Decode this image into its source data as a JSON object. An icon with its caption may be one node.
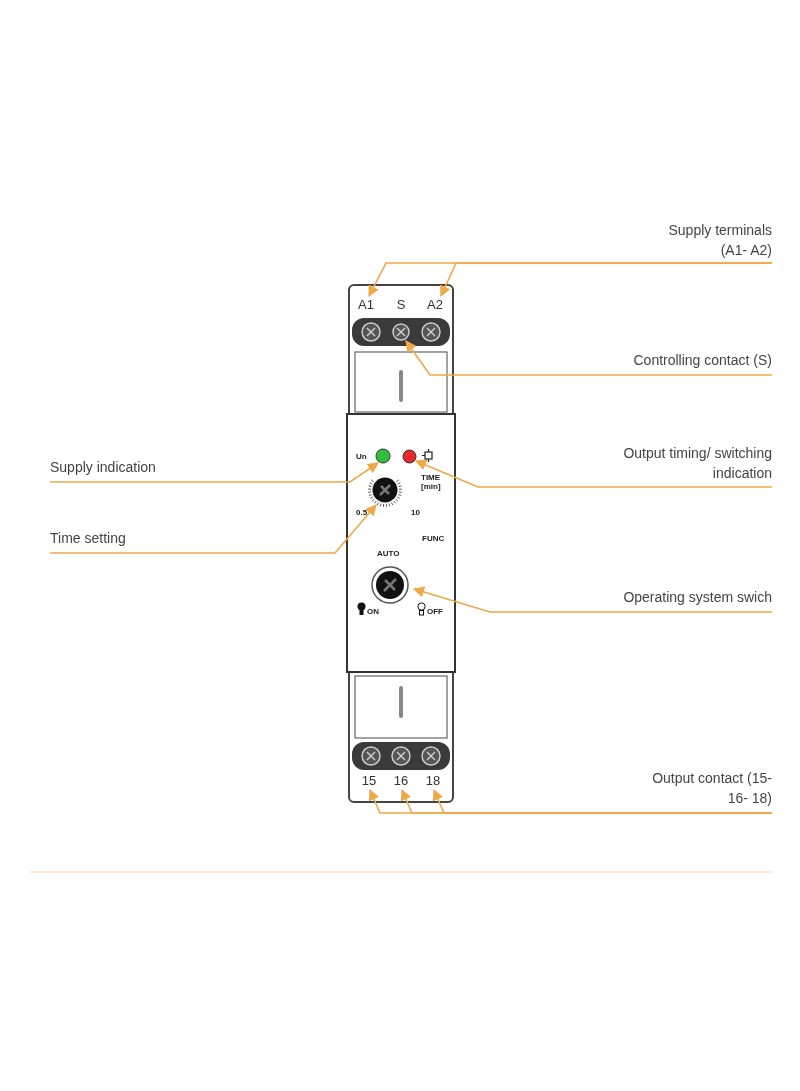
{
  "diagram": {
    "nodes": [
      {
        "text": [
          "Supply terminals (A1- A2)"
        ]
      },
      {
        "text": [
          "A1"
        ]
      },
      {
        "text": [
          "A2"
        ]
      },
      {
        "text": [
          "Controlling contact (S)"
        ]
      },
      {
        "text": [],
        "shape": "circle"
      },
      {
        "text": [
          "Supply indication"
        ]
      },
      {
        "text": [],
        "shape": "circle"
      },
      {
        "text": [
          "Output timing/ switching indication"
        ]
      },
      {
        "text": [],
        "shape": "circle"
      },
      {
        "text": [
          "Time setting"
        ]
      },
      {
        "text": [],
        "shape": "circle"
      },
      {
        "text": [
          "Operating system swich"
        ]
      },
      {
        "text": [],
        "shape": "circle"
      },
      {
        "text": [
          "Output contact (15- 16- 18)"
        ]
      },
      {
        "text": [
          "15"
        ]
      },
      {
        "text": [
          "16"
        ]
      },
      {
        "text": [
          "18"
        ]
      }
    ],
    "edges": [
      {
        "from": 0,
        "to": 1,
        "arrow": "to"
      },
      {
        "from": 0,
        "to": 2,
        "arrow": "to"
      },
      {
        "from": 3,
        "to": 4,
        "arrow": "to"
      },
      {
        "from": 5,
        "to": 6,
        "arrow": "to"
      },
      {
        "from": 7,
        "to": 8,
        "arrow": "to"
      },
      {
        "from": 9,
        "to": 10,
        "arrow": "to"
      },
      {
        "from": 11,
        "to": 12,
        "arrow": "to"
      },
      {
        "from": 13,
        "to": 14,
        "arrow": "to"
      },
      {
        "from": 13,
        "to": 15,
        "arrow": "to"
      },
      {
        "from": 13,
        "to": 16,
        "arrow": "to"
      }
    ],
    "labels": [
      "S",
      "Un",
      "TIME [min]",
      "0.5",
      "10",
      "FUNC",
      "AUTO",
      "ON",
      "OFF"
    ]
  }
}
